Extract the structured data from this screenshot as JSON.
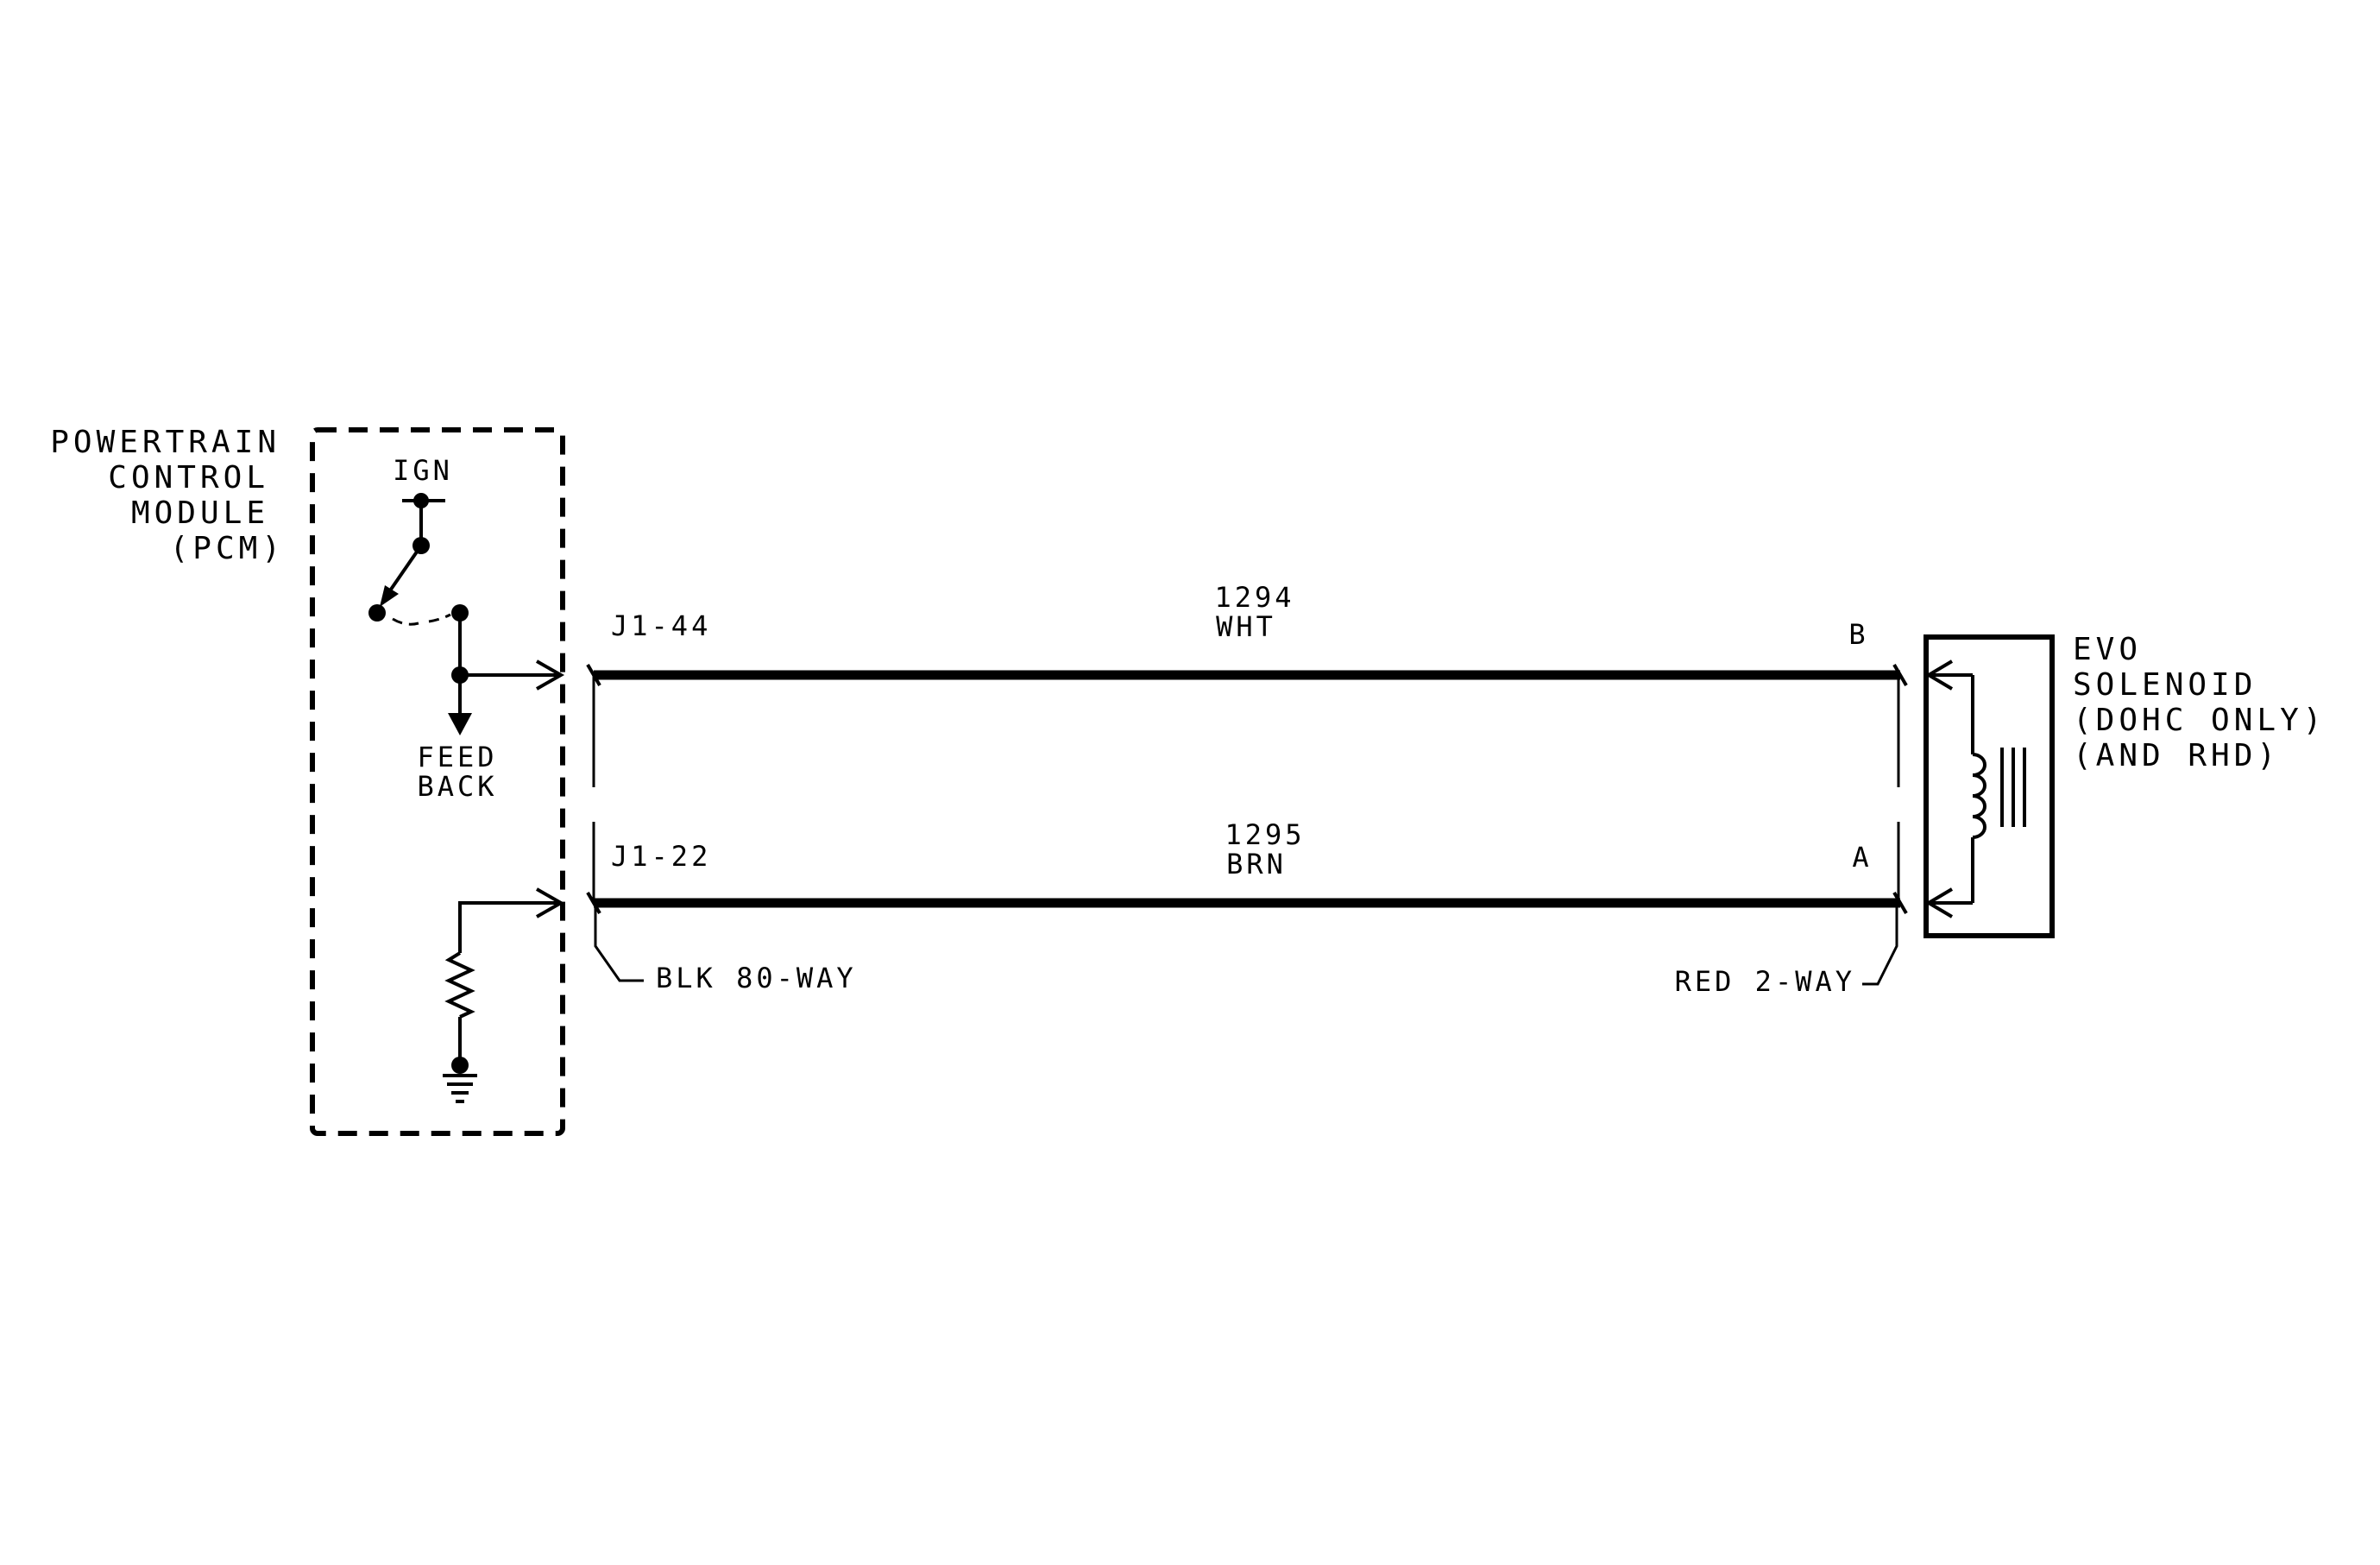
{
  "pcm": {
    "title_lines": [
      "POWERTRAIN",
      "CONTROL",
      "MODULE",
      "(PCM)"
    ],
    "ign_label": "IGN",
    "feedback_lines": [
      "FEED",
      "BACK"
    ]
  },
  "circuits": [
    {
      "pin": "J1-44",
      "number": "1294",
      "color": "WHT",
      "end_pin": "B"
    },
    {
      "pin": "J1-22",
      "number": "1295",
      "color": "BRN",
      "end_pin": "A"
    }
  ],
  "connectors": {
    "left": "BLK 80-WAY",
    "right": "RED 2-WAY"
  },
  "component": {
    "lines": [
      "EVO",
      "SOLENOID",
      "(DOHC ONLY)",
      "(AND RHD)"
    ]
  }
}
